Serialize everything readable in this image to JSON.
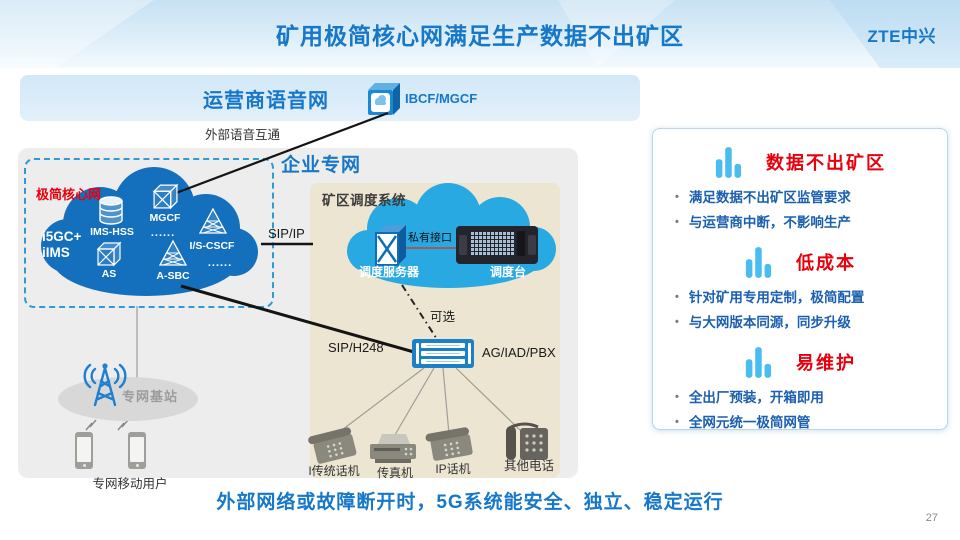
{
  "slide": {
    "title": "矿用极简核心网满足生产数据不出矿区",
    "logo": "ZTE中兴",
    "footer": "外部网络或故障断开时，5G系统能安全、独立、稳定运行",
    "page_number": "27"
  },
  "carrier": {
    "band_label": "运营商语音网",
    "node_label": "IBCF/MGCF",
    "interconnect_label": "外部语音互通"
  },
  "enterprise": {
    "label": "企业专网",
    "core": {
      "label": "极简核心网",
      "name_line1": "i5GC+",
      "name_line2": "iIMS",
      "nodes": [
        "IMS-HSS",
        "MGCF",
        "I/S-CSCF",
        "AS",
        "A-SBC"
      ],
      "dots": "......"
    },
    "links": {
      "sip_ip": "SIP/IP",
      "sip_h248": "SIP/H248",
      "optional": "可选"
    },
    "dispatch": {
      "label": "矿区调度系统",
      "server": "调度服务器",
      "private_if": "私有接口",
      "console": "调度台"
    },
    "gateway_label": "AG/IAD/PBX",
    "phones": [
      "I传统话机",
      "传真机",
      "IP话机",
      "其他电话"
    ],
    "base_station": "专网基站",
    "mobile_users": "专网移动用户"
  },
  "benefits": {
    "sections": [
      {
        "title": "数据不出矿区",
        "bullets": [
          "满足数据不出矿区监管要求",
          "与运营商中断，不影响生产"
        ]
      },
      {
        "title": "低成本",
        "bullets": [
          "针对矿用专用定制，极简配置",
          "与大网版本同源，同步升级"
        ]
      },
      {
        "title": "易维护",
        "bullets": [
          "全出厂预装，开箱即用",
          "全网元统一极简网管"
        ]
      }
    ]
  },
  "colors": {
    "accent_blue": "#1777c8",
    "heading_red": "#e8000d",
    "core_cloud_blue": "#1470bd",
    "dispatch_cloud_blue": "#29a9e1",
    "bullet_blue": "#1b5fb0",
    "bar_icon_blue": "#49bdf0"
  }
}
